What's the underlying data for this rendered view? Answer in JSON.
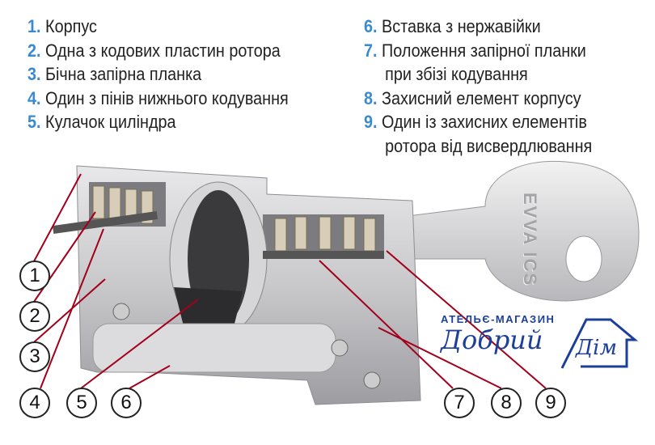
{
  "legend_left": [
    {
      "num": "1.",
      "text": "Корпус"
    },
    {
      "num": "2.",
      "text": "Одна з кодових пластин ротора"
    },
    {
      "num": "3.",
      "text": "Бічна запірна планка"
    },
    {
      "num": "4.",
      "text": "Один з пінів нижнього кодування"
    },
    {
      "num": "5.",
      "text": "Кулачок циліндра"
    }
  ],
  "legend_right": [
    {
      "num": "6.",
      "text": "Вставка з нержавійки"
    },
    {
      "num": "7.",
      "text": "Положення запірної планки",
      "cont": "при збізі кодування"
    },
    {
      "num": "8.",
      "text": "Захисний елемент корпусу"
    },
    {
      "num": "9.",
      "text": "Один із захисних елементів",
      "cont": "ротора від висвердлювання"
    }
  ],
  "callouts": [
    "1",
    "2",
    "3",
    "4",
    "5",
    "6",
    "7",
    "8",
    "9"
  ],
  "logo": {
    "top": "АТЕЛЬЄ-МАГАЗИН",
    "script": "Добрий",
    "dim": "Дім"
  },
  "key_brand": "EVVA ICS",
  "colors": {
    "accent": "#3a8ad0",
    "leader": "#a3001b",
    "logo": "#1c3f99"
  }
}
